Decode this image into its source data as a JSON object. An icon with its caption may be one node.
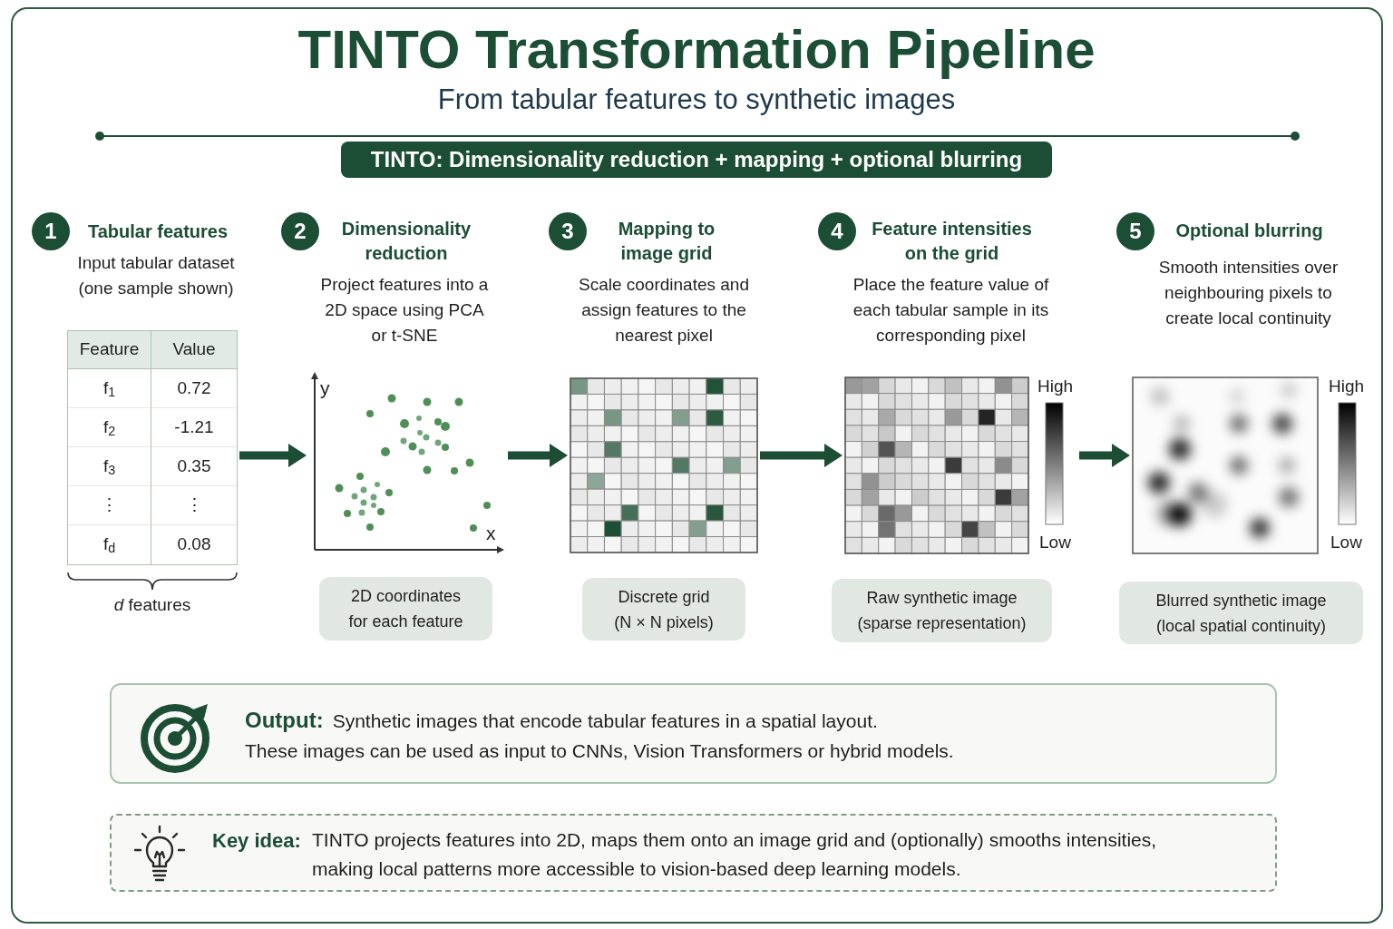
{
  "diagram": {
    "title": "TINTO Transformation Pipeline",
    "nodes": [
      {
        "text": [
          "TINTO: Dimensionality reduction + mapping + optional blurring"
        ]
      },
      {
        "text": [
          "1"
        ],
        "beside": [
          "Tabular features",
          "Input tabular dataset (one sample shown)"
        ]
      },
      {
        "text": [
          "Feature",
          "Value",
          "f$_{1}$",
          "0.72",
          "f$_{2}$",
          "-1.21",
          "f$_{3}$",
          "0.35",
          "⋮",
          "⋮",
          "f$_{d}$",
          "0.08"
        ],
        "beside": [
          "*d* features"
        ]
      },
      {
        "text": [
          "2"
        ],
        "beside": [
          "Dimensionality reduction",
          "Project features into a 2D space using PCA or t-SNE"
        ]
      },
      {
        "text": [
          "y",
          "x"
        ]
      },
      {
        "text": [
          "2D coordinates for each feature"
        ]
      },
      {
        "text": [
          "3"
        ],
        "beside": [
          "Mapping to image grid",
          "Scale coordinates and assign features to the nearest pixel"
        ]
      },
      {
        "text": [],
        "shape": "picture"
      },
      {
        "text": [
          "Discrete grid (N × N pixels)"
        ]
      },
      {
        "text": [
          "4"
        ],
        "beside": [
          "Feature intensities on the grid",
          "Place the feature value of each tabular sample in its corresponding pixel"
        ]
      },
      {
        "text": [
          "High",
          "Low"
        ]
      },
      {
        "text": [
          "Raw synthetic image (sparse representation)"
        ]
      },
      {
        "text": [
          "5"
        ],
        "beside": [
          "Optional blurring",
          "Smooth intensities over neighbouring pixels to create local continuity"
        ]
      },
      {
        "text": [
          "High",
          "Low"
        ]
      },
      {
        "text": [
          "Blurred synthetic image (local spatial continuity)"
        ]
      },
      {
        "text": [
          "Output:",
          "Synthetic images that encode tabular features in a spatial layout.",
          "These images can be used as input to CNNs, Vision Transformers or hybrid models."
        ]
      },
      {
        "text": [
          "Key idea:",
          "TINTO projects features into 2D, maps them onto an image grid and (optionally) smooths intensities, making local patterns more accessible to vision-based deep learning models."
        ]
      }
    ],
    "edges": [
      {
        "from": 2,
        "to": 4,
        "arrow": "to"
      },
      {
        "from": 4,
        "to": 7,
        "arrow": "to"
      },
      {
        "from": 7,
        "to": 10,
        "arrow": "to"
      },
      {
        "from": 10,
        "to": 13,
        "arrow": "to"
      }
    ],
    "labels": [
      "From tabular features to synthetic images"
    ]
  }
}
